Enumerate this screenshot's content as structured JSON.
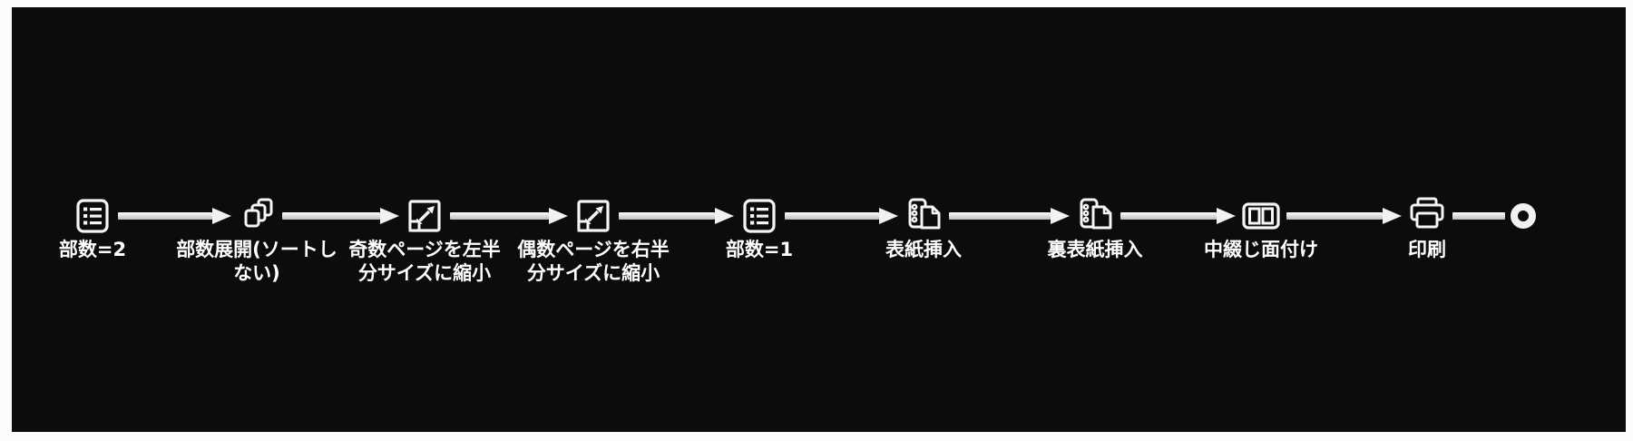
{
  "workflow": {
    "nodes": [
      {
        "label": "部数=2",
        "icon": "list-settings-icon"
      },
      {
        "label": "部数展開(ソートしない)",
        "icon": "copy-expand-icon"
      },
      {
        "label": "奇数ページを左半分サイズに縮小",
        "icon": "resize-shrink-icon"
      },
      {
        "label": "偶数ページを右半分サイズに縮小",
        "icon": "resize-shrink-icon"
      },
      {
        "label": "部数=1",
        "icon": "list-settings-icon"
      },
      {
        "label": "表紙挿入",
        "icon": "insert-page-icon"
      },
      {
        "label": "裏表紙挿入",
        "icon": "insert-page-icon"
      },
      {
        "label": "中綴じ面付け",
        "icon": "open-book-icon"
      },
      {
        "label": "印刷",
        "icon": "printer-icon"
      }
    ],
    "end_terminator": {
      "icon": "end-ring-icon"
    },
    "colors": {
      "canvas_background": "#0c0c0c",
      "frame": "#fbfbfb",
      "foreground": "#f5f5f5",
      "connector_shaft": "#d6d6d6"
    }
  }
}
